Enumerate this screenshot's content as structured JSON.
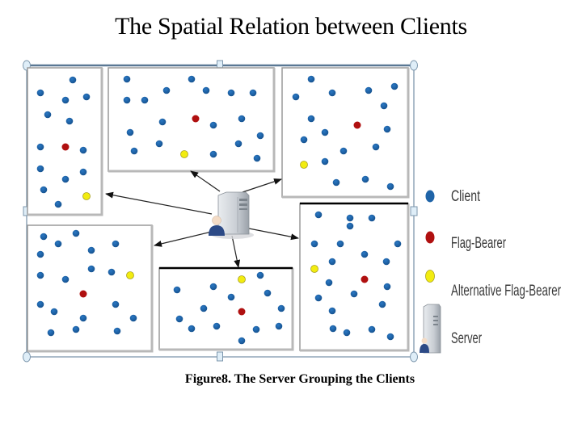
{
  "title": "The Spatial Relation between Clients",
  "caption": "Figure8. The Server Grouping the Clients",
  "colors": {
    "client": "#1f64a8",
    "flag_bearer": "#b01010",
    "alternative_flag_bearer": "#f2ec10",
    "frame": "#5a7894",
    "box_border": "#9a9a9a"
  },
  "legend": [
    {
      "key": "client",
      "label": "Client",
      "icon": "blue-dot-icon"
    },
    {
      "key": "flag_bearer",
      "label": "Flag-Bearer",
      "icon": "red-dot-icon"
    },
    {
      "key": "alternative_flag_bearer",
      "label": "Alternative Flag-Bearer",
      "icon": "yellow-dot-icon"
    },
    {
      "key": "server",
      "label": "Server",
      "icon": "server-icon"
    }
  ],
  "groups": [
    {
      "name": "group-top-left",
      "clients": 13,
      "flag_bearers": 1,
      "alternative_flag_bearers": 1
    },
    {
      "name": "group-top-middle",
      "clients": 18,
      "flag_bearers": 1,
      "alternative_flag_bearers": 1
    },
    {
      "name": "group-top-right",
      "clients": 16,
      "flag_bearers": 1,
      "alternative_flag_bearers": 1
    },
    {
      "name": "group-bottom-left",
      "clients": 18,
      "flag_bearers": 1,
      "alternative_flag_bearers": 1
    },
    {
      "name": "group-bottom-middle",
      "clients": 13,
      "flag_bearers": 1,
      "alternative_flag_bearers": 1
    },
    {
      "name": "group-bottom-right",
      "clients": 20,
      "flag_bearers": 1,
      "alternative_flag_bearers": 1
    }
  ]
}
